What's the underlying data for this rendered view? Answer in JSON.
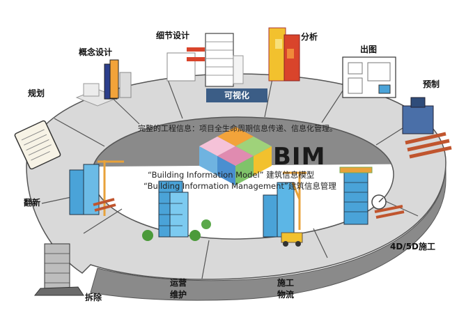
{
  "center": {
    "visualization": "可视化",
    "summary": "完整的工程信息：项目全生命周期信息传递、信息化管理。",
    "bim": "BIM",
    "model_line": "“Building Information Model” 建筑信息模型",
    "management_line": "“Building Information Management”建筑信息管理"
  },
  "stages": {
    "planning": "规划",
    "concept_design": "概念设计",
    "detail_design": "细节设计",
    "analysis": "分析",
    "drawing": "出图",
    "prefab": "预制",
    "construction_4d5d": "4D/5D施工",
    "logistics_l1": "施工",
    "logistics_l2": "物流",
    "operations_l1": "运营",
    "operations_l2": "维护",
    "demolition": "拆除",
    "renovation": "翻新"
  },
  "colors": {
    "ring_top": "#d9d9d9",
    "ring_side": "#8a8a8a",
    "ring_border": "#555555",
    "accent_blue": "#3b5d86",
    "analysis_yellow": "#f2c12e",
    "analysis_red": "#d9442b",
    "building_blue": "#4aa3d8",
    "crane_orange": "#e8a23a"
  }
}
